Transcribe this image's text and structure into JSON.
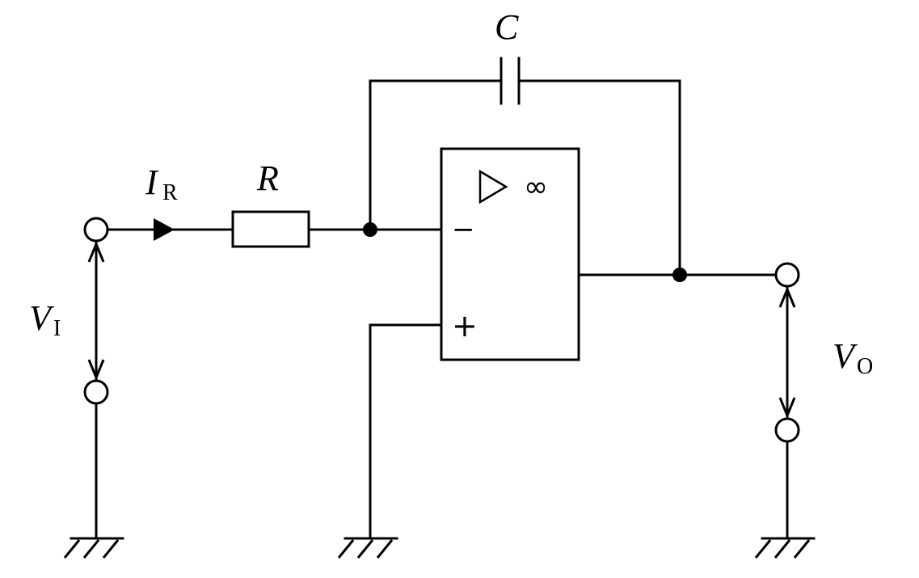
{
  "labels": {
    "capacitor": "C",
    "resistor": "R",
    "current_main": "I",
    "current_sub": "R",
    "vin_main": "V",
    "vin_sub": "I",
    "vout_main": "V",
    "vout_sub": "O",
    "opamp_gain": "∞",
    "inverting": "−",
    "noninverting": "+"
  }
}
